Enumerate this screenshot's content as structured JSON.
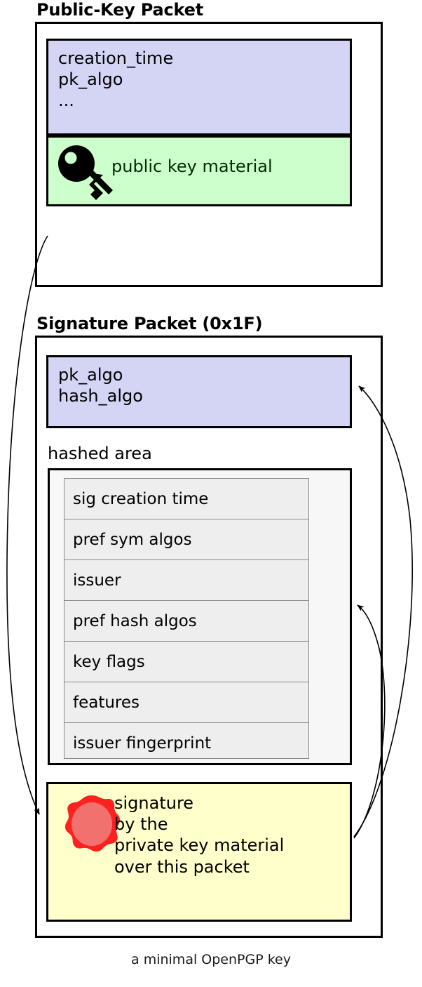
{
  "diagram": {
    "caption": "a minimal OpenPGP key",
    "colors": {
      "purple_fill": "#d4d4f5",
      "green_fill": "#ccffcc",
      "yellow_fill": "#ffffcc",
      "gray_fill": "#f7f7f7",
      "subpacket_fill": "#eeeeee",
      "seal_ring": "#ff2020",
      "seal_body": "#f0716e",
      "green_text": "#002b00",
      "stroke": "#000000"
    }
  },
  "public_key_packet": {
    "title": "Public-Key Packet",
    "header_fields": "creation_time\npk_algo\n...",
    "header_lines": [
      "creation_time",
      "pk_algo",
      "..."
    ],
    "key_material_label": "public key material",
    "key_icon": "key-icon"
  },
  "signature_packet": {
    "title": "Signature Packet (0x1F)",
    "algo_fields": "pk_algo\nhash_algo",
    "algo_lines": [
      "pk_algo",
      "hash_algo"
    ],
    "hashed_area_label": "hashed area",
    "subpackets": [
      "sig creation time",
      "pref sym algos",
      "issuer",
      "pref hash algos",
      "key flags",
      "features",
      "issuer fingerprint"
    ],
    "signature_text": "signature\nby the\nprivate key material\nover this packet",
    "signature_lines": [
      "signature",
      "by the",
      "private key material",
      "over this packet"
    ],
    "seal_icon": "wax-seal-icon"
  },
  "arrows": [
    {
      "name": "arrow-public-key-to-signature",
      "from": "public-key-packet",
      "to": "signature-body"
    },
    {
      "name": "arrow-signature-to-algo-fields",
      "from": "signature-body",
      "to": "signature-algo-box"
    },
    {
      "name": "arrow-signature-to-hashed-area",
      "from": "signature-body",
      "to": "hashed-area"
    }
  ]
}
